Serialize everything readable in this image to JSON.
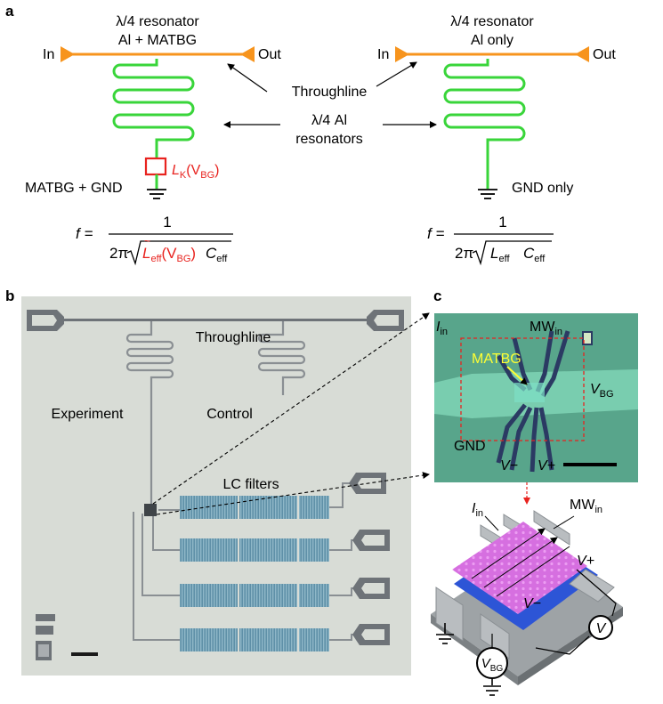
{
  "panel_a": {
    "letter": "a",
    "left_title_1": "λ/4 resonator",
    "left_title_2": "Al + MATBG",
    "right_title_1": "λ/4 resonator",
    "right_title_2": "Al only",
    "in_label": "In",
    "out_label": "Out",
    "throughline_label": "Throughline",
    "resonators_label_1": "λ/4 Al",
    "resonators_label_2": "resonators",
    "lk_label": "L",
    "lk_sub": "K",
    "lk_arg": "(V",
    "lk_arg_sub": "BG",
    "lk_close": ")",
    "matbg_gnd_label": "MATBG + GND",
    "gnd_only_label": "GND only",
    "f_left": "f =",
    "f_num": "1",
    "f_left_den_2pi": "2π",
    "f_left_den_L": "L",
    "f_left_den_Lsub": "eff",
    "f_left_den_arg": "(V",
    "f_left_den_argsub": "BG",
    "f_left_den_close": ")",
    "f_den_C": "C",
    "f_den_Csub": "eff",
    "f_right_den_L": "L",
    "f_right_den_Lsub": "eff"
  },
  "panel_b": {
    "letter": "b",
    "throughline_label": "Throughline",
    "experiment_label": "Experiment",
    "control_label": "Control",
    "lc_filters_label": "LC filters"
  },
  "panel_c": {
    "letter": "c",
    "i_in": "I",
    "i_in_sub": "in",
    "mw_in": "MW",
    "mw_in_sub": "in",
    "matbg": "MATBG",
    "v_bg": "V",
    "v_bg_sub": "BG",
    "gnd": "GND",
    "v_minus": "V−",
    "v_plus": "V+",
    "i_in_3d": "I",
    "i_in_3d_sub": "in",
    "mw_in_3d": "MW",
    "mw_in_3d_sub": "in",
    "v_plus_3d": "V+",
    "v_minus_3d": "V−",
    "v_meter": "V",
    "v_bg_source": "V",
    "v_bg_source_sub": "BG"
  },
  "colors": {
    "orange": "#f7941d",
    "green": "#39d53a",
    "red": "#e8231f",
    "chip_bg": "#d8dcd6",
    "optical_bg": "#58a58b",
    "purple": "#d86de0",
    "blue": "#2d55d6"
  }
}
